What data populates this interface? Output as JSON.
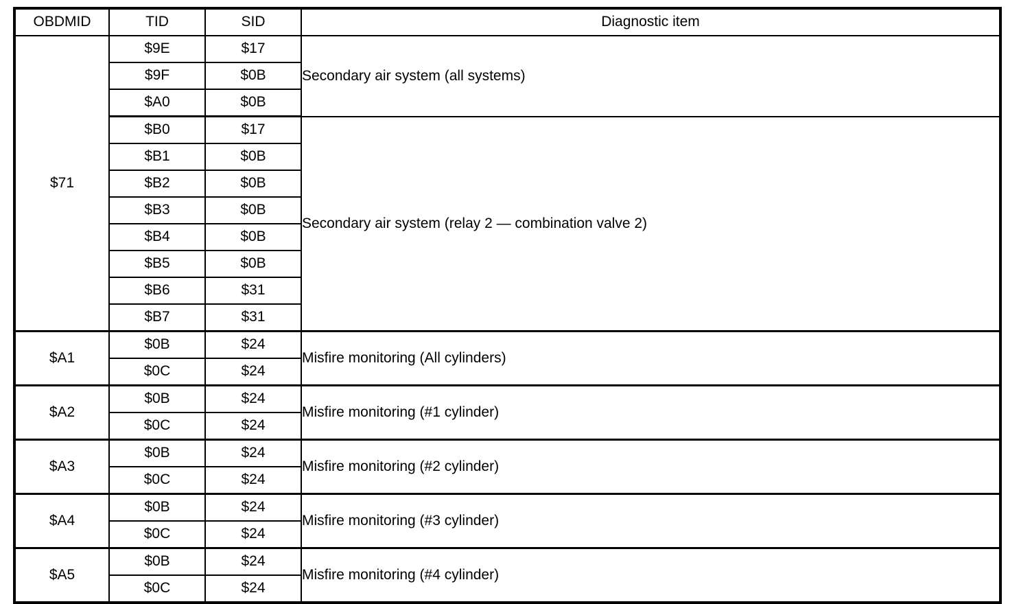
{
  "table": {
    "headers": {
      "obdmid": "OBDMID",
      "tid": "TID",
      "sid": "SID",
      "diagnostic_item": "Diagnostic item"
    },
    "groups": [
      {
        "obdmid": "$71",
        "subgroups": [
          {
            "diagnostic_item": "Secondary air system (all systems)",
            "rows": [
              {
                "tid": "$9E",
                "sid": "$17"
              },
              {
                "tid": "$9F",
                "sid": "$0B"
              },
              {
                "tid": "$A0",
                "sid": "$0B"
              }
            ]
          },
          {
            "diagnostic_item": "Secondary air system (relay 2 — combination valve 2)",
            "rows": [
              {
                "tid": "$B0",
                "sid": "$17"
              },
              {
                "tid": "$B1",
                "sid": "$0B"
              },
              {
                "tid": "$B2",
                "sid": "$0B"
              },
              {
                "tid": "$B3",
                "sid": "$0B"
              },
              {
                "tid": "$B4",
                "sid": "$0B"
              },
              {
                "tid": "$B5",
                "sid": "$0B"
              },
              {
                "tid": "$B6",
                "sid": "$31"
              },
              {
                "tid": "$B7",
                "sid": "$31"
              }
            ]
          }
        ]
      },
      {
        "obdmid": "$A1",
        "subgroups": [
          {
            "diagnostic_item": "Misfire monitoring (All cylinders)",
            "rows": [
              {
                "tid": "$0B",
                "sid": "$24"
              },
              {
                "tid": "$0C",
                "sid": "$24"
              }
            ]
          }
        ]
      },
      {
        "obdmid": "$A2",
        "subgroups": [
          {
            "diagnostic_item": "Misfire monitoring (#1 cylinder)",
            "rows": [
              {
                "tid": "$0B",
                "sid": "$24"
              },
              {
                "tid": "$0C",
                "sid": "$24"
              }
            ]
          }
        ]
      },
      {
        "obdmid": "$A3",
        "subgroups": [
          {
            "diagnostic_item": "Misfire monitoring (#2 cylinder)",
            "rows": [
              {
                "tid": "$0B",
                "sid": "$24"
              },
              {
                "tid": "$0C",
                "sid": "$24"
              }
            ]
          }
        ]
      },
      {
        "obdmid": "$A4",
        "subgroups": [
          {
            "diagnostic_item": "Misfire monitoring (#3 cylinder)",
            "rows": [
              {
                "tid": "$0B",
                "sid": "$24"
              },
              {
                "tid": "$0C",
                "sid": "$24"
              }
            ]
          }
        ]
      },
      {
        "obdmid": "$A5",
        "subgroups": [
          {
            "diagnostic_item": "Misfire monitoring (#4 cylinder)",
            "rows": [
              {
                "tid": "$0B",
                "sid": "$24"
              },
              {
                "tid": "$0C",
                "sid": "$24"
              }
            ]
          }
        ]
      }
    ]
  },
  "colors": {
    "border": "#000000",
    "text": "#000000",
    "background": "#ffffff"
  }
}
